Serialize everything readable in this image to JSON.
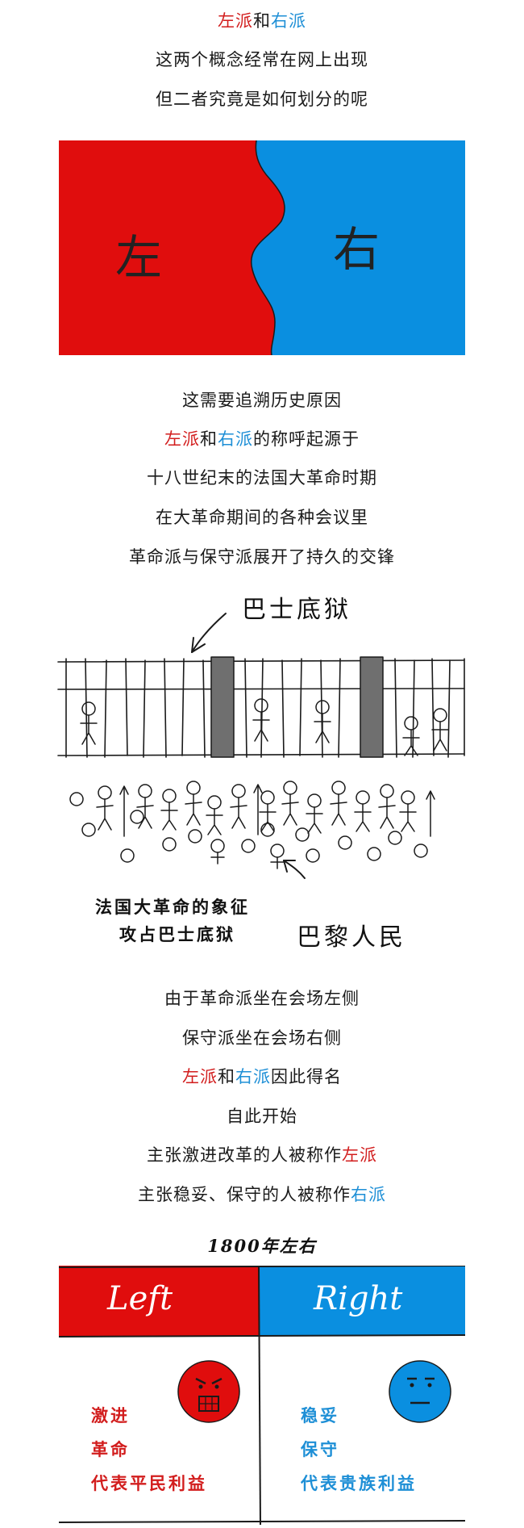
{
  "intro": {
    "left_word": "左派",
    "connector": "和",
    "right_word": "右派",
    "line2": "这两个概念经常在网上出现",
    "line3": "但二者究竟是如何划分的呢"
  },
  "split_image": {
    "left_label": "左",
    "right_label": "右",
    "left_color": "#e00d0d",
    "right_color": "#0a8fe0"
  },
  "history": {
    "line1": "这需要追溯历史原因",
    "line2_left": "左派",
    "line2_connector": "和",
    "line2_right": "右派",
    "line2_rest": "的称呼起源于",
    "line3": "十八世纪末的法国大革命时期",
    "line4": "在大革命期间的各种会议里",
    "line5": "革命派与保守派展开了持久的交锋"
  },
  "bastille": {
    "prison_label": "巴士底狱",
    "people_label": "巴黎人民",
    "caption_line1": "法国大革命的象征",
    "caption_line2": "攻占巴士底狱"
  },
  "naming": {
    "line1": "由于革命派坐在会场左侧",
    "line2": "保守派坐在会场右侧",
    "line3_left": "左派",
    "line3_connector": "和",
    "line3_right": "右派",
    "line3_rest": "因此得名",
    "line4": "自此开始",
    "line5_prefix": "主张激进改革的人被称作",
    "line5_word": "左派",
    "line6_prefix": "主张稳妥、保守的人被称作",
    "line6_word": "右派"
  },
  "table": {
    "era": "1800年左右",
    "left_header": "Left",
    "right_header": "Right",
    "left_items": [
      "激进",
      "革命",
      "代表平民利益"
    ],
    "right_items": [
      "稳妥",
      "保守",
      "代表贵族利益"
    ],
    "left_color": "#e00d0d",
    "right_color": "#0a8fe0",
    "left_face_icon": "angry-face-icon",
    "right_face_icon": "calm-face-icon"
  }
}
